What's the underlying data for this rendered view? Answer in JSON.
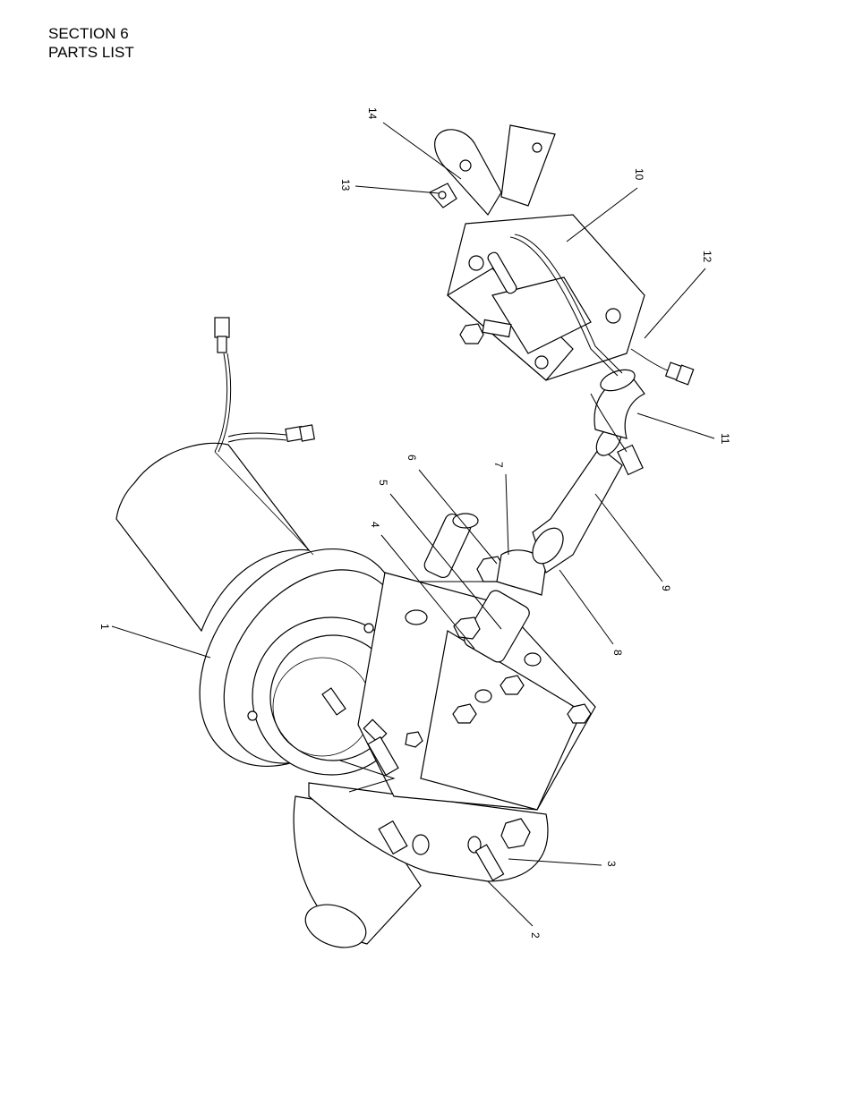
{
  "header": {
    "section": "SECTION 6",
    "subtitle": "PARTS LIST"
  },
  "callouts": [
    {
      "id": "1",
      "text": "1"
    },
    {
      "id": "2",
      "text": "2"
    },
    {
      "id": "3",
      "text": "3"
    },
    {
      "id": "4",
      "text": "4"
    },
    {
      "id": "5",
      "text": "5"
    },
    {
      "id": "6",
      "text": "6"
    },
    {
      "id": "7",
      "text": "7"
    },
    {
      "id": "8",
      "text": "8"
    },
    {
      "id": "9",
      "text": "9"
    },
    {
      "id": "10",
      "text": "10"
    },
    {
      "id": "11",
      "text": "11"
    },
    {
      "id": "12",
      "text": "12"
    },
    {
      "id": "13",
      "text": "13"
    },
    {
      "id": "14",
      "text": "14"
    }
  ]
}
